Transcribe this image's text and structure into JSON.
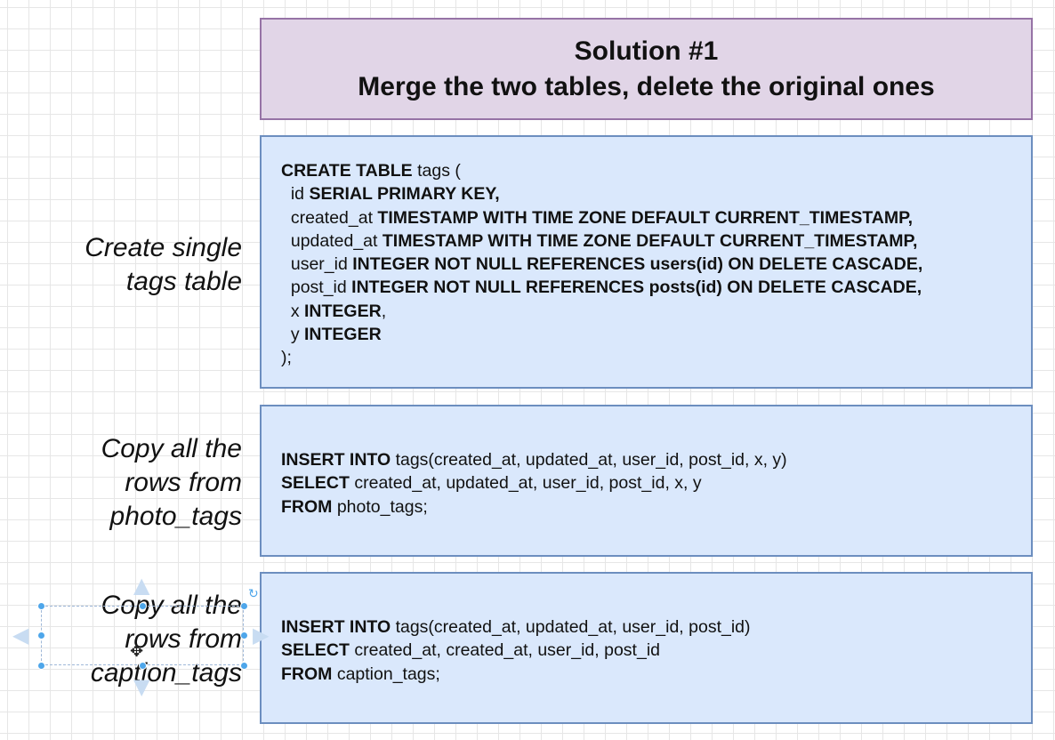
{
  "title": {
    "line1": "Solution #1",
    "line2": "Merge the two tables, delete the original ones"
  },
  "sections": [
    {
      "label_line1": "Create single",
      "label_line2": "tags table",
      "code": [
        {
          "bold": "CREATE TABLE",
          "normal": " tags ("
        },
        {
          "indent": "  ",
          "normal": "id ",
          "bold": "SERIAL PRIMARY KEY,"
        },
        {
          "indent": "  ",
          "normal": "created_at ",
          "bold": "TIMESTAMP WITH TIME ZONE DEFAULT CURRENT_TIMESTAMP,"
        },
        {
          "indent": "  ",
          "normal": "updated_at ",
          "bold": "TIMESTAMP WITH TIME ZONE DEFAULT CURRENT_TIMESTAMP,"
        },
        {
          "indent": "  ",
          "normal": "user_id ",
          "bold": "INTEGER NOT NULL REFERENCES users(id) ON DELETE CASCADE,"
        },
        {
          "indent": "  ",
          "normal": "post_id ",
          "bold": "INTEGER NOT NULL REFERENCES posts(id) ON DELETE CASCADE,"
        },
        {
          "indent": "  ",
          "normal": "x ",
          "bold": "INTEGER",
          "tail": ","
        },
        {
          "indent": "  ",
          "normal": "y ",
          "bold": "INTEGER"
        },
        {
          "normal": ");"
        }
      ]
    },
    {
      "label_line1": "Copy all the",
      "label_line2": "rows from",
      "label_line3": "photo_tags",
      "code": [
        {
          "bold": "INSERT INTO",
          "normal": " tags(created_at, updated_at, user_id, post_id, x, y)"
        },
        {
          "bold": "SELECT",
          "normal": " created_at, updated_at, user_id, post_id, x, y"
        },
        {
          "bold": "FROM",
          "normal": " photo_tags;"
        }
      ]
    },
    {
      "label_line1": "Copy all the",
      "label_line2": "rows from",
      "label_line3": "caption_tags",
      "code": [
        {
          "bold": "INSERT INTO",
          "normal": " tags(created_at, updated_at, user_id, post_id)"
        },
        {
          "bold": "SELECT",
          "normal": " created_at, created_at, user_id, post_id"
        },
        {
          "bold": "FROM",
          "normal": " caption_tags;"
        }
      ]
    }
  ],
  "colors": {
    "title_fill": "#e1d5e7",
    "title_border": "#9673a6",
    "box_fill": "#dae8fc",
    "box_border": "#6c8ebf",
    "handle": "#4ea6ea"
  }
}
